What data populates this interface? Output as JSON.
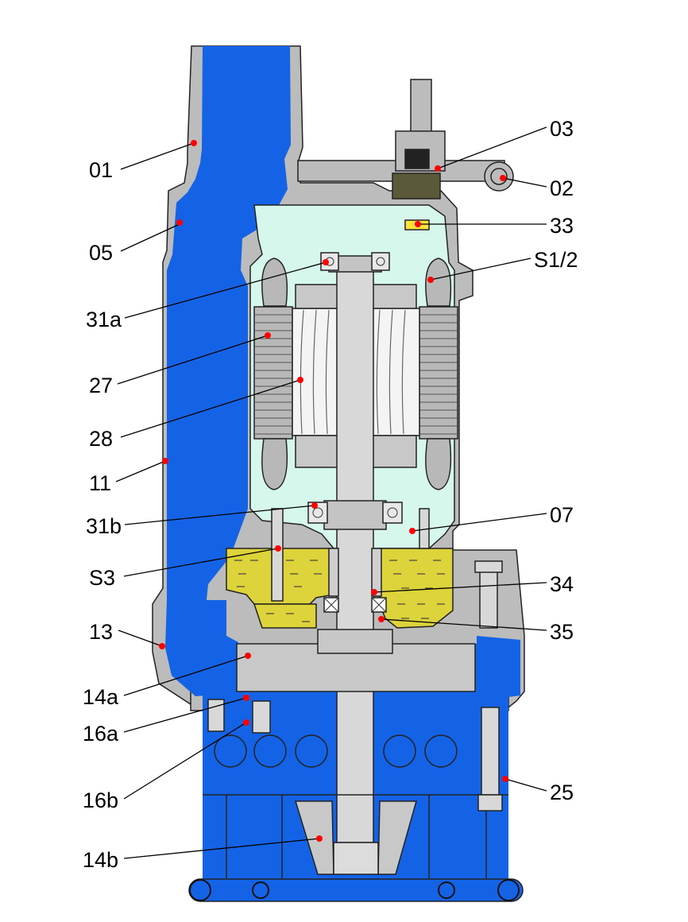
{
  "diagram": {
    "labels": [
      {
        "id": "p01",
        "text": "01"
      },
      {
        "id": "p05",
        "text": "05"
      },
      {
        "id": "p31a",
        "text": "31a"
      },
      {
        "id": "p27",
        "text": "27"
      },
      {
        "id": "p28",
        "text": "28"
      },
      {
        "id": "p11",
        "text": "11"
      },
      {
        "id": "p31b",
        "text": "31b"
      },
      {
        "id": "pS3",
        "text": "S3"
      },
      {
        "id": "p13",
        "text": "13"
      },
      {
        "id": "p14a",
        "text": "14a"
      },
      {
        "id": "p16a",
        "text": "16a"
      },
      {
        "id": "p16b",
        "text": "16b"
      },
      {
        "id": "p14b",
        "text": "14b"
      },
      {
        "id": "p03",
        "text": "03"
      },
      {
        "id": "p02",
        "text": "02"
      },
      {
        "id": "p33",
        "text": "33"
      },
      {
        "id": "pS12",
        "text": "S1/2"
      },
      {
        "id": "p07",
        "text": "07"
      },
      {
        "id": "p34",
        "text": "34"
      },
      {
        "id": "p35",
        "text": "35"
      },
      {
        "id": "p25",
        "text": "25"
      }
    ],
    "colors": {
      "water": "#1463e6",
      "casing": "#bcbcbc",
      "motor_chamber": "#d6f7ec",
      "oil": "#ddd33a",
      "marker": "#ff0000"
    }
  }
}
